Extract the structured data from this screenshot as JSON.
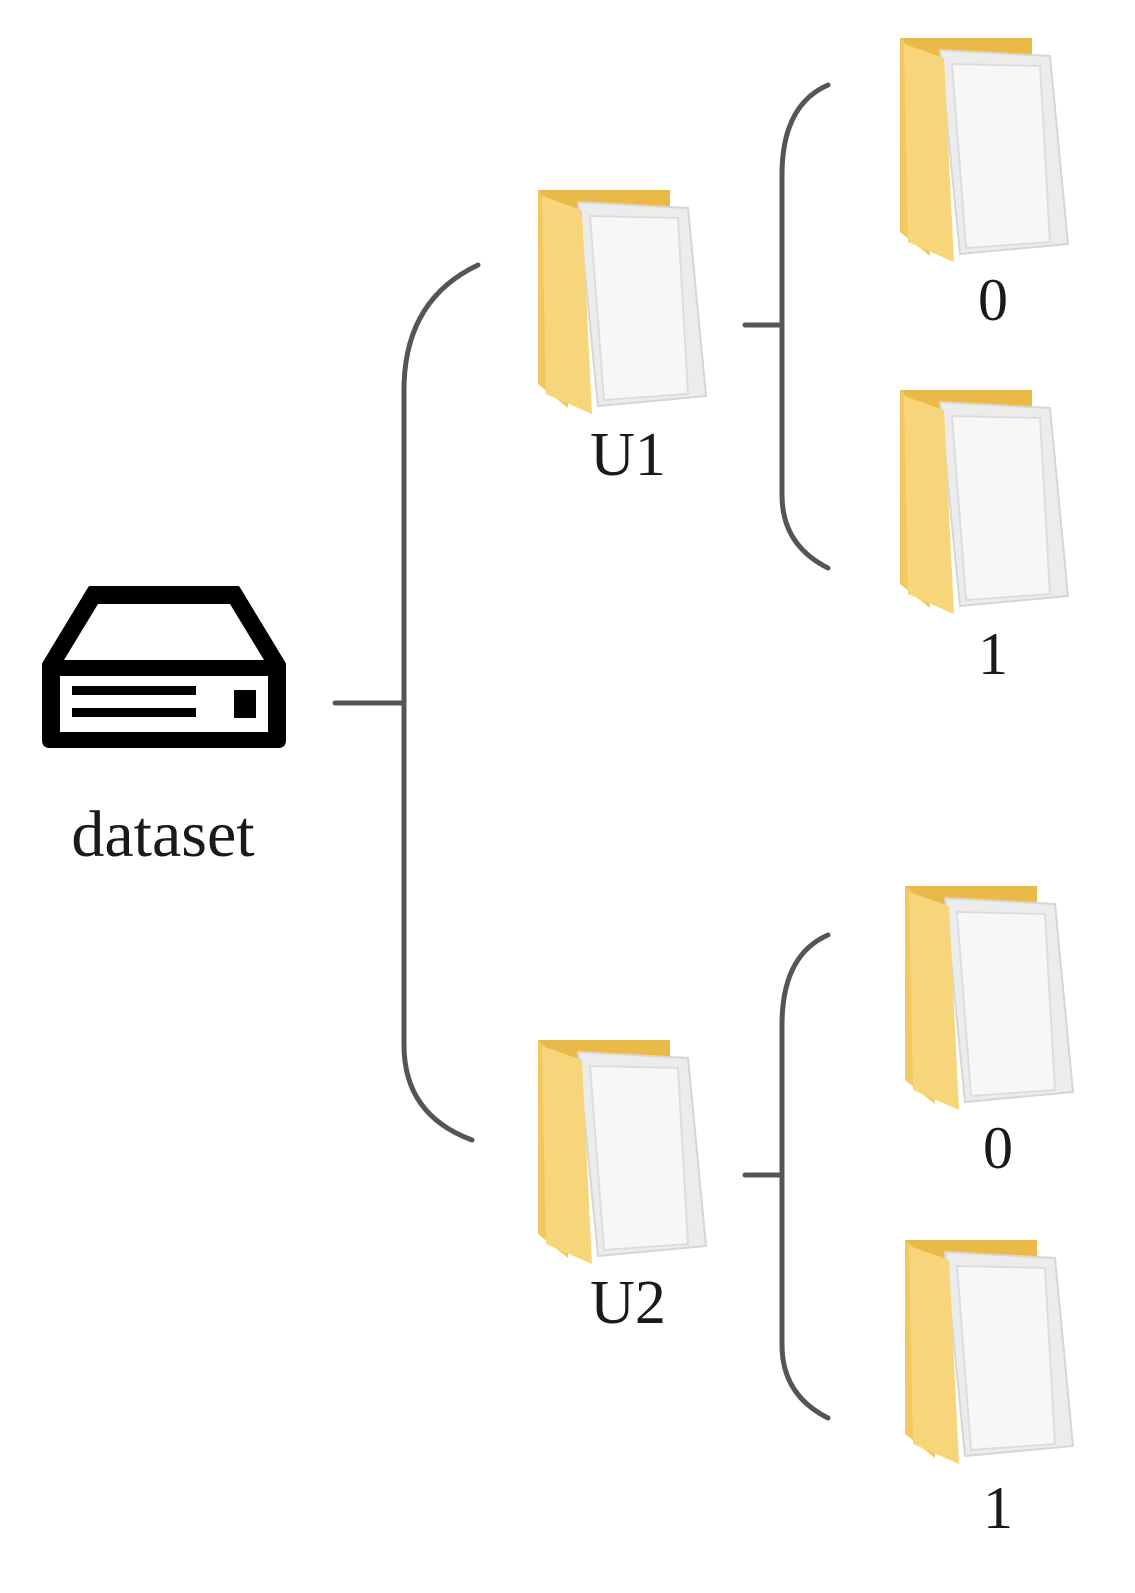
{
  "root": {
    "label": "dataset",
    "icon": "hard-drive-icon"
  },
  "children": [
    {
      "label": "U1",
      "icon": "folder-icon",
      "children": [
        {
          "label": "0",
          "icon": "folder-icon"
        },
        {
          "label": "1",
          "icon": "folder-icon"
        }
      ]
    },
    {
      "label": "U2",
      "icon": "folder-icon",
      "children": [
        {
          "label": "0",
          "icon": "folder-icon"
        },
        {
          "label": "1",
          "icon": "folder-icon"
        }
      ]
    }
  ],
  "colors": {
    "folder_front": "#f7d57a",
    "folder_back": "#e9b94a",
    "paper": "#f4f4f4",
    "line": "#555555",
    "icon": "#000000"
  }
}
